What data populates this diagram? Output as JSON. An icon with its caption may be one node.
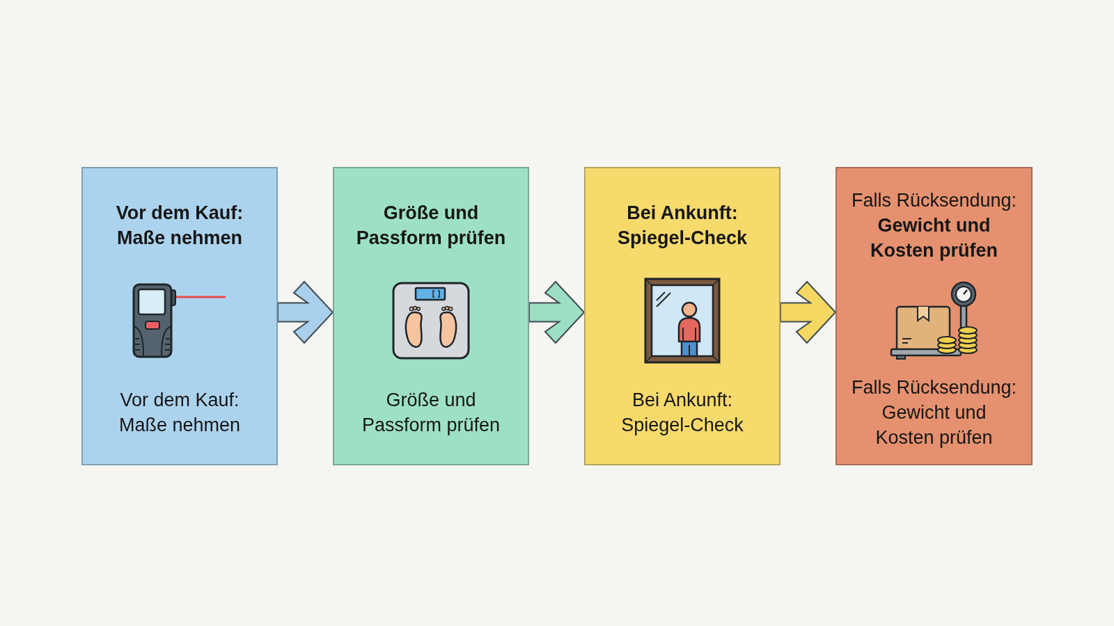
{
  "diagram": {
    "nodes": [
      {
        "text": [
          "Vor dem Kauf: Maße nehmen",
          "Vor dem Kauf: Maße nehmen"
        ]
      },
      {
        "text": [
          "Größe und Passform prüfen",
          "Größe und Passform prüfen"
        ]
      },
      {
        "text": [
          "Bei Ankunft: Spiegel-Check",
          "Bei Ankunft: Spiegel-Check"
        ]
      },
      {
        "text": [
          "Falls Rücksendung: **Gewicht und Kosten prüfen**",
          "Falls Rücksendung: Gewicht und Kosten prüfen"
        ]
      }
    ],
    "edges": [
      {
        "from": 0,
        "to": 1,
        "arrow": "to",
        "color": "#a9d0ec"
      },
      {
        "from": 1,
        "to": 2,
        "arrow": "to",
        "color": "#9ddfc3"
      },
      {
        "from": 2,
        "to": 3,
        "arrow": "to",
        "color": "#f5d862"
      }
    ]
  }
}
